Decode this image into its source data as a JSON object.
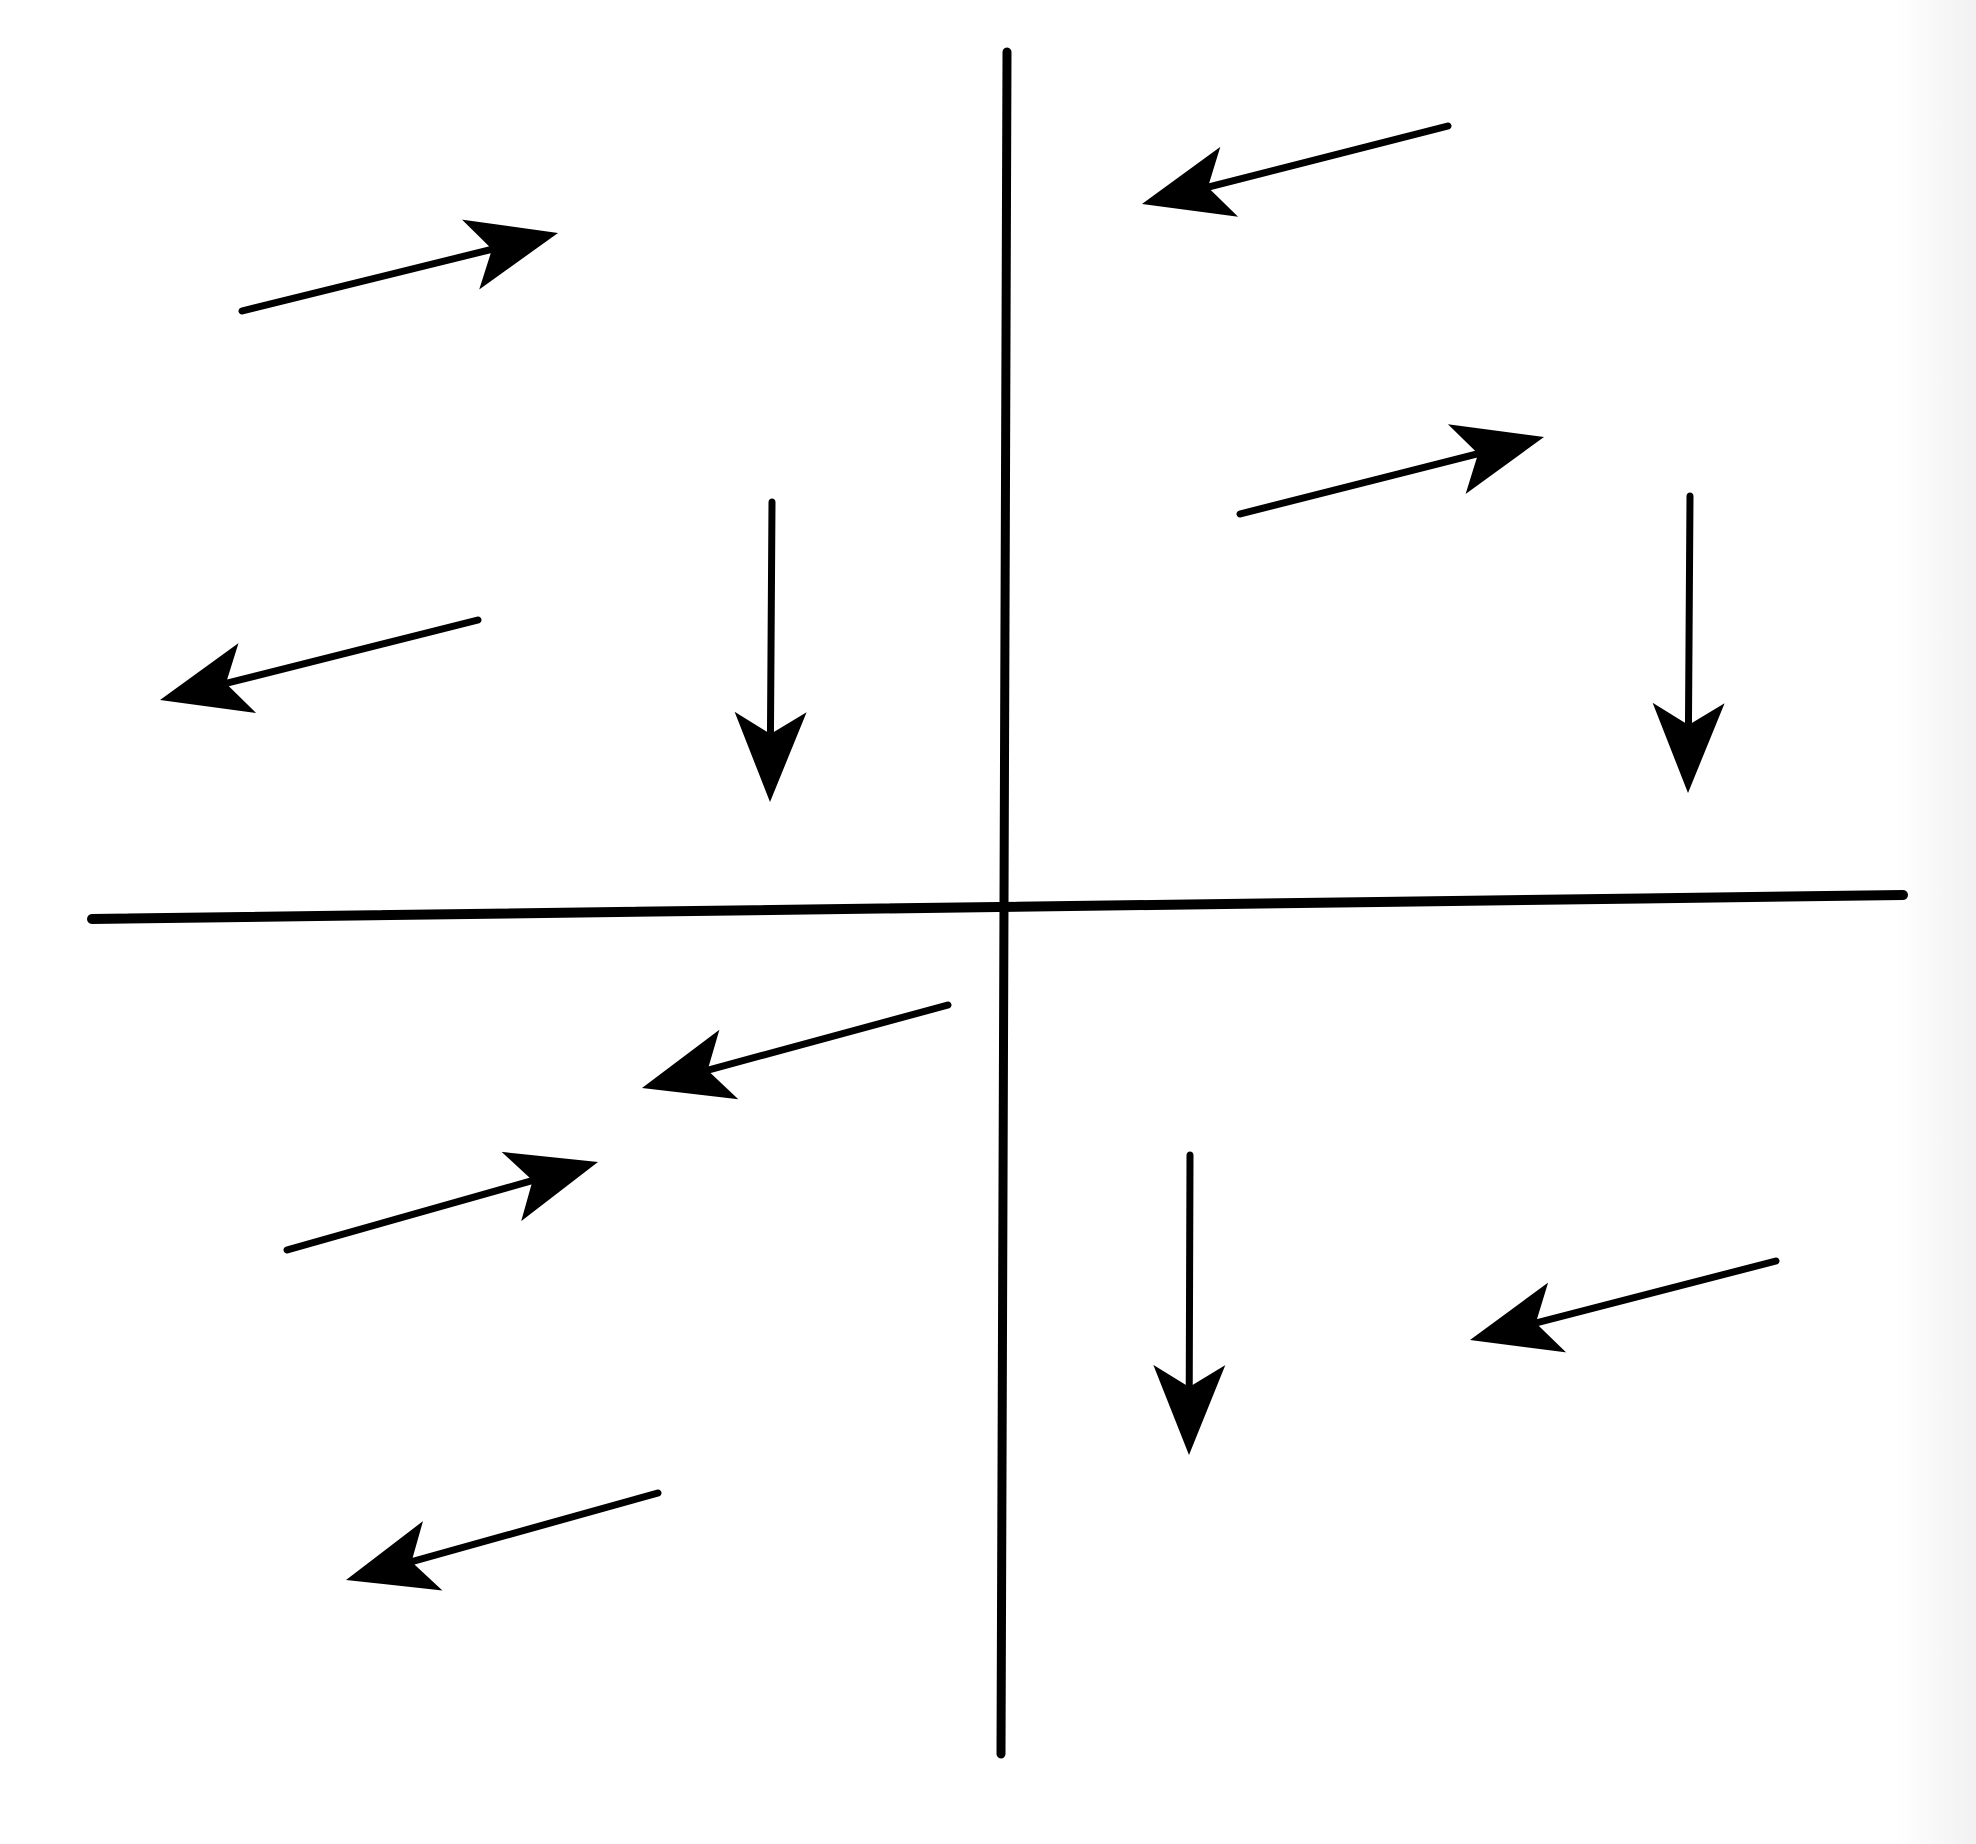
{
  "diagram": {
    "colors": {
      "background": "#ffffff",
      "ink": "#000000"
    },
    "axes": [
      {
        "name": "horizontal-axis"
      },
      {
        "name": "vertical-axis"
      }
    ],
    "arrows": [
      {
        "name": "arrow-upper-left-right",
        "direction": "right"
      },
      {
        "name": "arrow-upper-left-left",
        "direction": "left"
      },
      {
        "name": "arrow-upper-left-down",
        "direction": "down"
      },
      {
        "name": "arrow-upper-right-left",
        "direction": "left"
      },
      {
        "name": "arrow-upper-right-right",
        "direction": "right"
      },
      {
        "name": "arrow-upper-right-down",
        "direction": "down"
      },
      {
        "name": "arrow-lower-left-left-top",
        "direction": "left"
      },
      {
        "name": "arrow-lower-left-right",
        "direction": "right"
      },
      {
        "name": "arrow-lower-left-left-bottom",
        "direction": "left"
      },
      {
        "name": "arrow-lower-right-down",
        "direction": "down"
      },
      {
        "name": "arrow-lower-right-left",
        "direction": "left"
      }
    ]
  }
}
